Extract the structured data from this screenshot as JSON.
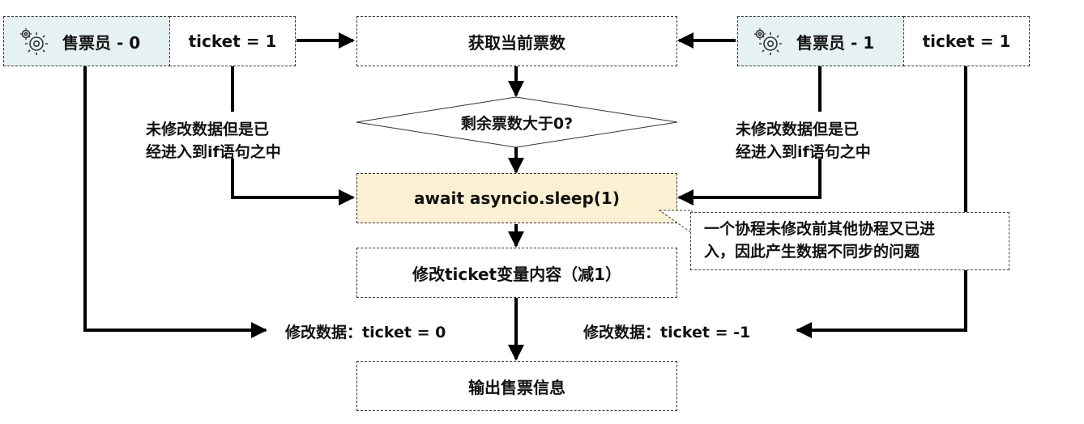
{
  "sellers": [
    {
      "name": "售票员 - 0",
      "ticket": "ticket = 1"
    },
    {
      "name": "售票员 - 1",
      "ticket": "ticket = 1"
    }
  ],
  "flow": {
    "get_count": "获取当前票数",
    "decision": "剩余票数大于0?",
    "await": "await asyncio.sleep(1)",
    "modify": "修改ticket变量内容（减1）",
    "output": "输出售票信息"
  },
  "side_notes": {
    "left": [
      "未修改数据但是已",
      "经进入到if语句之中"
    ],
    "right": [
      "未修改数据但是已",
      "经进入到if语句之中"
    ]
  },
  "results": {
    "left": "修改数据：ticket = 0",
    "right": "修改数据：ticket = -1"
  },
  "callout": [
    "一个协程未修改前其他协程又已进",
    "入，因此产生数据不同步的问题"
  ],
  "colors": {
    "seller_bg": "#e6f1f1",
    "await_bg": "#fdf0d2"
  },
  "icons": [
    "gears-icon"
  ]
}
